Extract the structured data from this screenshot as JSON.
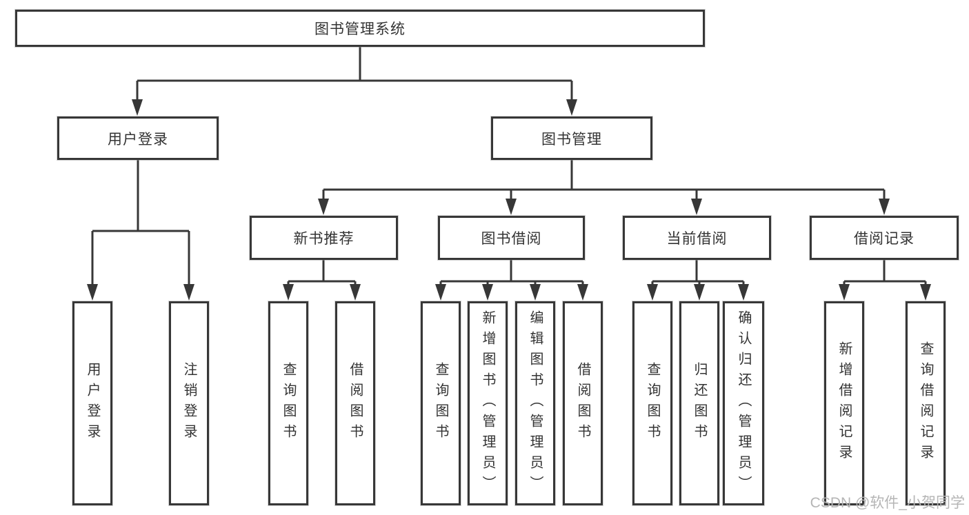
{
  "diagram_type": "hierarchy-tree",
  "tree": {
    "root": {
      "label": "图书管理系统"
    },
    "branches": [
      {
        "label": "用户登录",
        "children": [
          {
            "label": "用户登录"
          },
          {
            "label": "注销登录"
          }
        ]
      },
      {
        "label": "图书管理",
        "children": [
          {
            "label": "新书推荐",
            "children": [
              {
                "label": "查询图书"
              },
              {
                "label": "借阅图书"
              }
            ]
          },
          {
            "label": "图书借阅",
            "children": [
              {
                "label": "查询图书"
              },
              {
                "label": "新增图书（管理员）"
              },
              {
                "label": "编辑图书（管理员）"
              },
              {
                "label": "借阅图书"
              }
            ]
          },
          {
            "label": "当前借阅",
            "children": [
              {
                "label": "查询图书"
              },
              {
                "label": "归还图书"
              },
              {
                "label": "确认归还（管理员）"
              }
            ]
          },
          {
            "label": "借阅记录",
            "children": [
              {
                "label": "新增借阅记录"
              },
              {
                "label": "查询借阅记录"
              }
            ]
          }
        ]
      }
    ]
  },
  "watermark": {
    "text": "CSDN @软件_小贺同学"
  },
  "colors": {
    "line": "#373737",
    "box_border": "#373737",
    "box_background": "#ffffff",
    "text": "#333333",
    "watermark": "#b5b5b5",
    "background": "#ffffff"
  }
}
